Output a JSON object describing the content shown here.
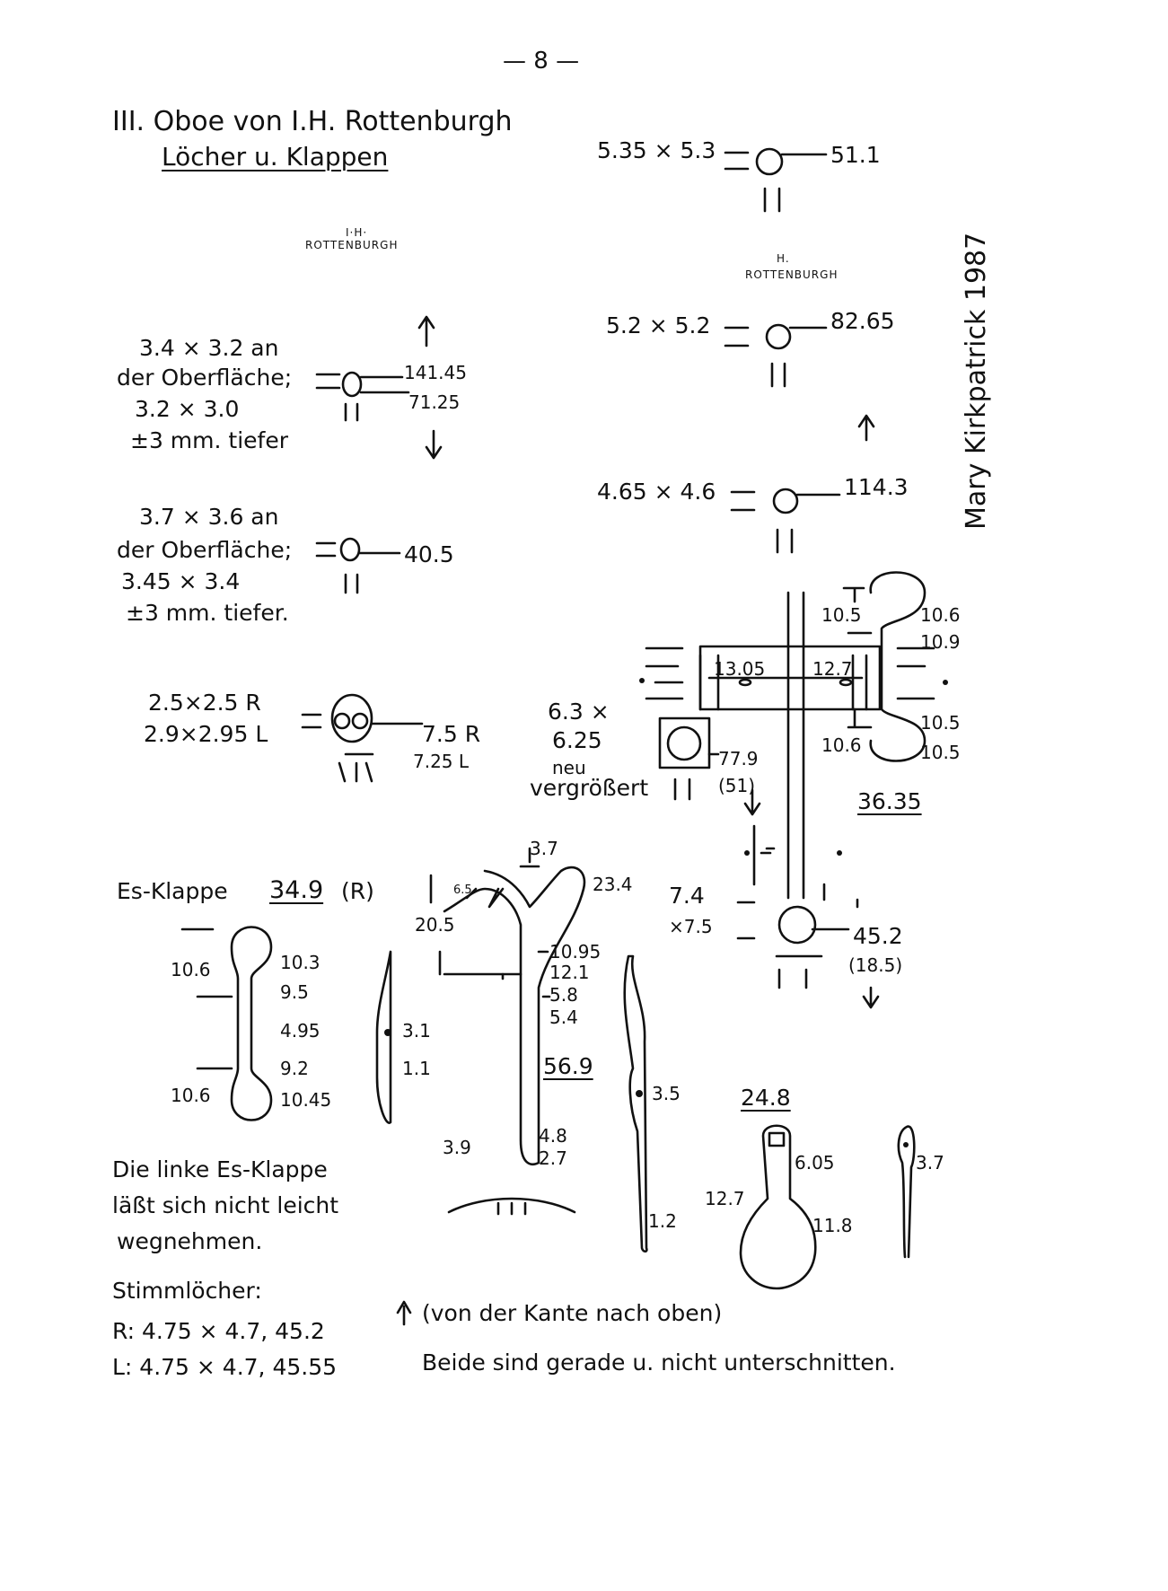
{
  "page_number": "— 8 —",
  "heading": {
    "title": "III. Oboe von I.H. Rottenburgh",
    "subtitle": "Löcher u. Klappen"
  },
  "stamps": {
    "left": {
      "l1": "I·H·",
      "l2": "ROTTENBURGH"
    },
    "right": {
      "l1": "H.",
      "l2": "ROTTENBURGH"
    }
  },
  "signature": "Mary Kirkpatrick 1987",
  "left_holes": {
    "hole1": {
      "l1": "3.4 × 3.2 an",
      "l2": "der Oberfläche;",
      "l3": "3.2 × 3.0",
      "l4": "±3 mm. tiefer",
      "pos1": "141.45",
      "pos2": "71.25"
    },
    "hole2": {
      "l1": "3.7 × 3.6 an",
      "l2": "der Oberfläche;",
      "l3": "3.45 × 3.4",
      "l4": "±3 mm. tiefer.",
      "pos": "40.5"
    },
    "hole3": {
      "l1": "2.5×2.5 R",
      "l2": "2.9×2.95 L",
      "pos1": "7.5 R",
      "pos2": "7.25 L"
    }
  },
  "right_holes": {
    "hole1": {
      "size": "5.35 × 5.3",
      "pos": "51.1"
    },
    "hole2": {
      "size": "5.2 × 5.2",
      "pos": "82.65"
    },
    "hole3": {
      "size": "4.65 × 4.6",
      "pos": "114.3"
    },
    "hole4": {
      "l1": "6.3 ×",
      "l2": "6.25",
      "l3": "neu",
      "l4": "vergrößert",
      "pos1": "77.9",
      "pos2": "(51)"
    },
    "hole5": {
      "l1": "7.4",
      "l2": "×7.5",
      "pos1": "45.2",
      "pos2": "(18.5)"
    }
  },
  "key_top": {
    "d1": "10.5",
    "d2": "10.6",
    "d3": "10.9",
    "d4": "13.05",
    "d5": "12.7",
    "d6": "10.6",
    "d7": "10.5",
    "d8": "10.5",
    "total": "36.35"
  },
  "es_key": {
    "label": "Es-Klappe",
    "length": "34.9",
    "side": "(R)",
    "d1": "10.6",
    "d2": "10.3",
    "d3": "9.5",
    "d4": "4.95",
    "d5": "9.2",
    "d6": "10.6",
    "d7": "10.45",
    "side1": "3.1",
    "side2": "1.1"
  },
  "fork_key": {
    "d1": "3.7",
    "d2": "23.4",
    "d3": "6.5",
    "d4": "20.5",
    "d5": "10.95",
    "d6": "12.1",
    "d7": "5.8",
    "d8": "5.4",
    "total": "56.9",
    "d9": "3.9",
    "d10": "4.8",
    "d11": "2.7"
  },
  "side_key": {
    "d1": "3.5",
    "d2": "1.2"
  },
  "small_key": {
    "total": "24.8",
    "d1": "6.05",
    "d2": "12.7",
    "d3": "11.8",
    "d4": "3.7"
  },
  "note": {
    "l1": "Die linke Es-Klappe",
    "l2": "läßt sich nicht leicht",
    "l3": "wegnehmen."
  },
  "tone_holes": {
    "heading": "Stimmlöcher:",
    "r_line": "R: 4.75 × 4.7, 45.2",
    "r_note": "(von der Kante nach oben)",
    "l_line": "L: 4.75 × 4.7, 45.55",
    "l_note": "Beide sind gerade u. nicht unterschnitten."
  }
}
